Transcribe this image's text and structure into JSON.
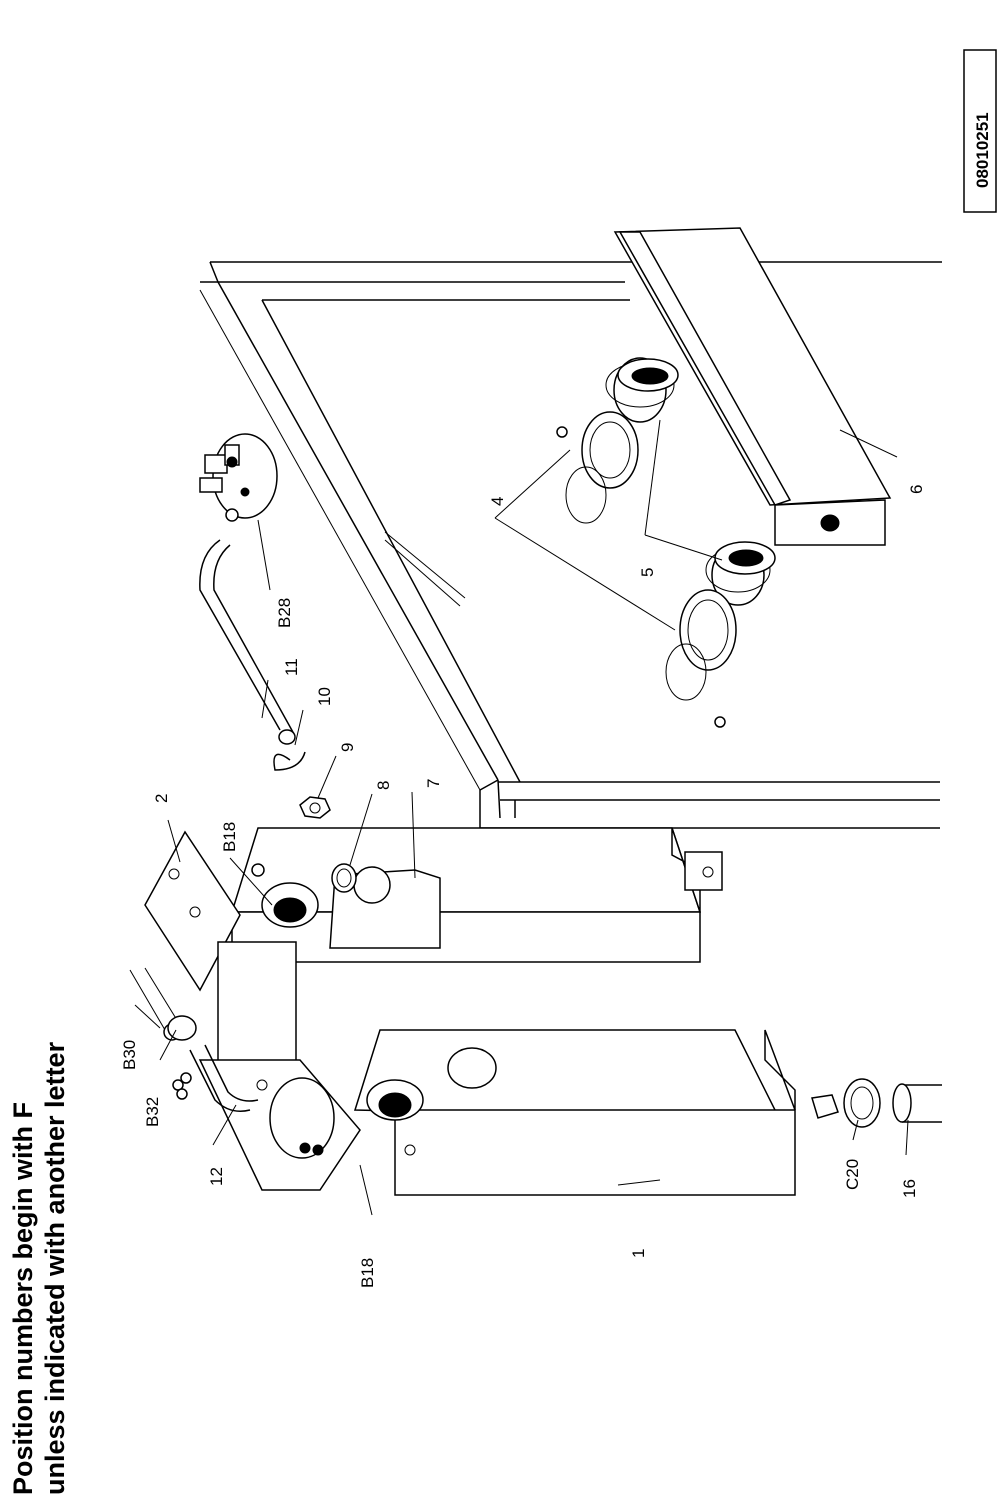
{
  "note": {
    "line1": "Position numbers begin with F",
    "line2": "unless indicated with another letter"
  },
  "document_number": "08010251",
  "labels": {
    "l1": "1",
    "l2": "2",
    "l4": "4",
    "l5": "5",
    "l6": "6",
    "l7": "7",
    "l8": "8",
    "l9": "9",
    "l10": "10",
    "l11": "11",
    "l12": "12",
    "l16": "16",
    "b18_top": "B18",
    "b18_bottom": "B18",
    "b28": "B28",
    "b30": "B30",
    "b32": "B32",
    "c20": "C20"
  }
}
